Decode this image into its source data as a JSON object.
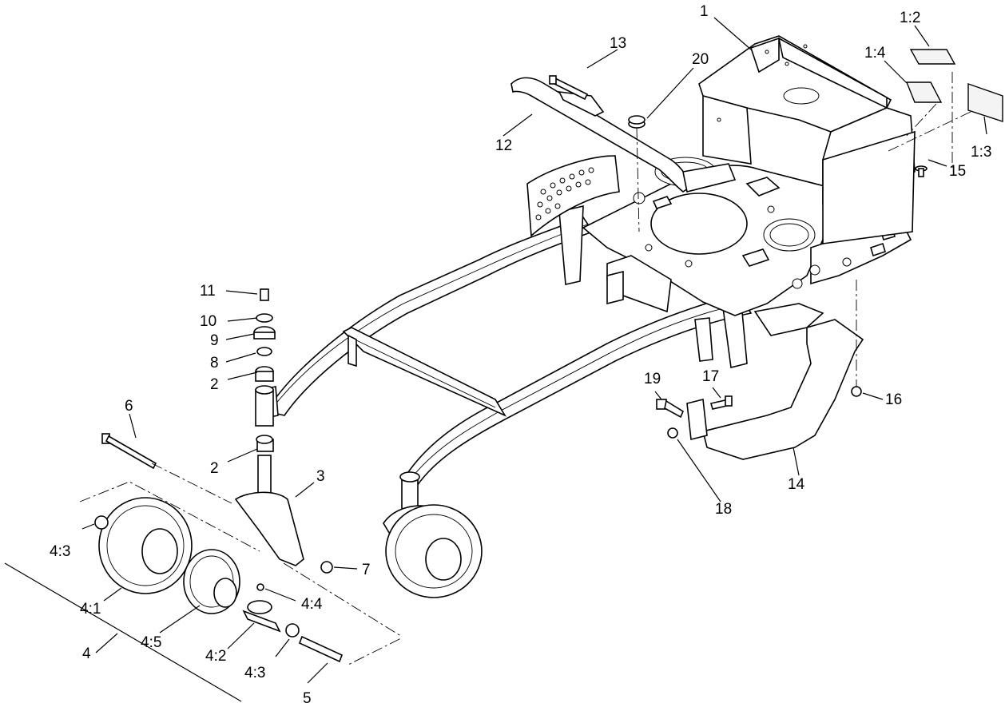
{
  "callouts": {
    "c1": "1",
    "c1_2": "1:2",
    "c1_4": "1:4",
    "c1_3": "1:3",
    "c2a": "2",
    "c2b": "2",
    "c3": "3",
    "c4": "4",
    "c4_1": "4:1",
    "c4_2": "4:2",
    "c4_3a": "4:3",
    "c4_3b": "4:3",
    "c4_4": "4:4",
    "c4_5": "4:5",
    "c5": "5",
    "c6": "6",
    "c7": "7",
    "c8": "8",
    "c9": "9",
    "c10": "10",
    "c11": "11",
    "c12": "12",
    "c13": "13",
    "c14": "14",
    "c15": "15",
    "c16": "16",
    "c17": "17",
    "c18": "18",
    "c19": "19",
    "c20": "20"
  }
}
